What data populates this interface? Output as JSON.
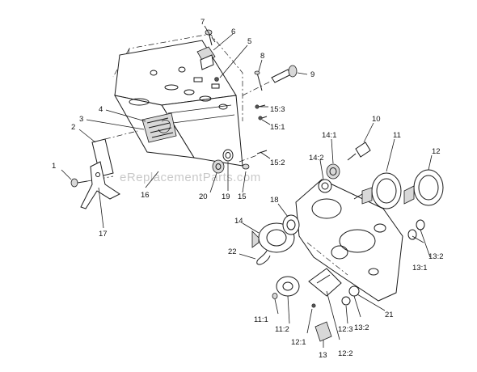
{
  "diagram": {
    "watermark": "eReplacementParts.com",
    "callouts": [
      "1",
      "2",
      "3",
      "4",
      "5",
      "6",
      "7",
      "8",
      "9",
      "10",
      "11",
      "11:1",
      "11:2",
      "12",
      "12:1",
      "12:2",
      "12:3",
      "13",
      "13:1",
      "13:2",
      "13:2",
      "14",
      "14:1",
      "14:2",
      "15",
      "15:1",
      "15:2",
      "15:3",
      "16",
      "17",
      "18",
      "19",
      "20",
      "21",
      "22"
    ]
  },
  "colors": {
    "line": "#1a1a1a",
    "part_fill": "#d8d8d8",
    "watermark": "#c9c9c9"
  }
}
